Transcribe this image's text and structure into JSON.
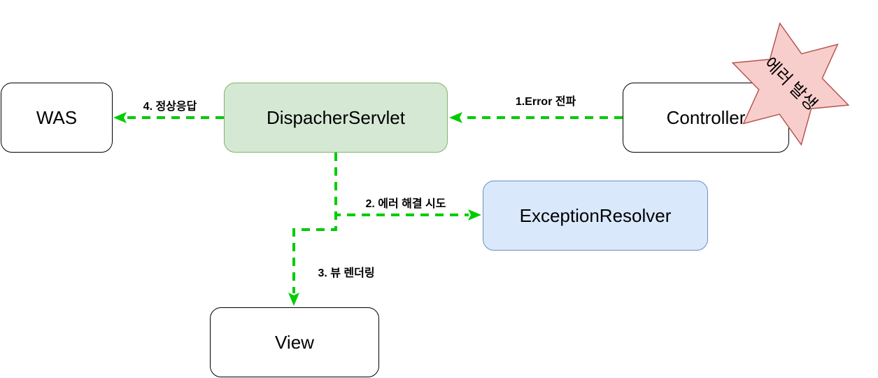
{
  "colors": {
    "background": "#ffffff",
    "text": "#000000",
    "node-border": "#000000",
    "arrow-green": "#00cc00",
    "node-green-fill": "#d5e8d4",
    "node-green-border": "#82b366",
    "node-blue-fill": "#dae8fc",
    "node-blue-border": "#6c8ebf",
    "star-fill": "#f8cecc",
    "star-border": "#b85450"
  },
  "nodes": {
    "was": {
      "label": "WAS"
    },
    "dispatcher_servlet": {
      "label": "DispacherServlet"
    },
    "controller": {
      "label": "Controller"
    },
    "exception_resolver": {
      "label": "ExceptionResolver"
    },
    "view": {
      "label": "View"
    }
  },
  "badge": {
    "label": "에러 발생"
  },
  "edges": {
    "error_propagation": {
      "label": "1.Error 전파",
      "from": "Controller",
      "to": "DispacherServlet"
    },
    "error_resolve_attempt": {
      "label": "2. 에러 해결 시도",
      "from": "DispacherServlet",
      "to": "ExceptionResolver"
    },
    "view_rendering": {
      "label": "3. 뷰 렌더링",
      "from": "DispacherServlet",
      "to": "View"
    },
    "normal_response": {
      "label": "4. 정상응답",
      "from": "DispacherServlet",
      "to": "WAS"
    }
  }
}
